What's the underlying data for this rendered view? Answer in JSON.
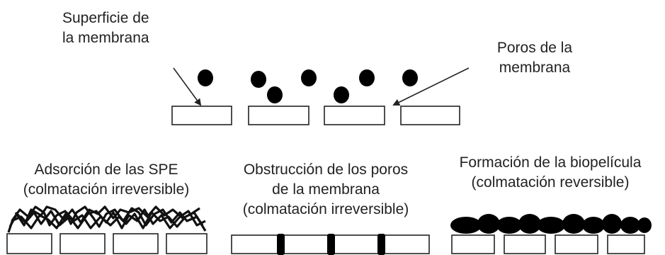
{
  "top": {
    "surface_label": [
      "Superficie de",
      "la membrana"
    ],
    "pores_label": [
      "Poros de la",
      "membrana"
    ]
  },
  "panels": [
    {
      "id": "adsorption",
      "title": [
        "Adsorción de las SPE",
        "(colmatación  irreversible)"
      ]
    },
    {
      "id": "pore-blocking",
      "title": [
        "Obstrucción de los poros",
        "de la membrana",
        "(colmatación  irreversible)"
      ]
    },
    {
      "id": "biofilm",
      "title": [
        "Formación de la biopelícula",
        "(colmatación  reversible)"
      ]
    }
  ],
  "colors": {
    "stroke": "#222222",
    "fill": "#000000",
    "background": "#ffffff"
  }
}
